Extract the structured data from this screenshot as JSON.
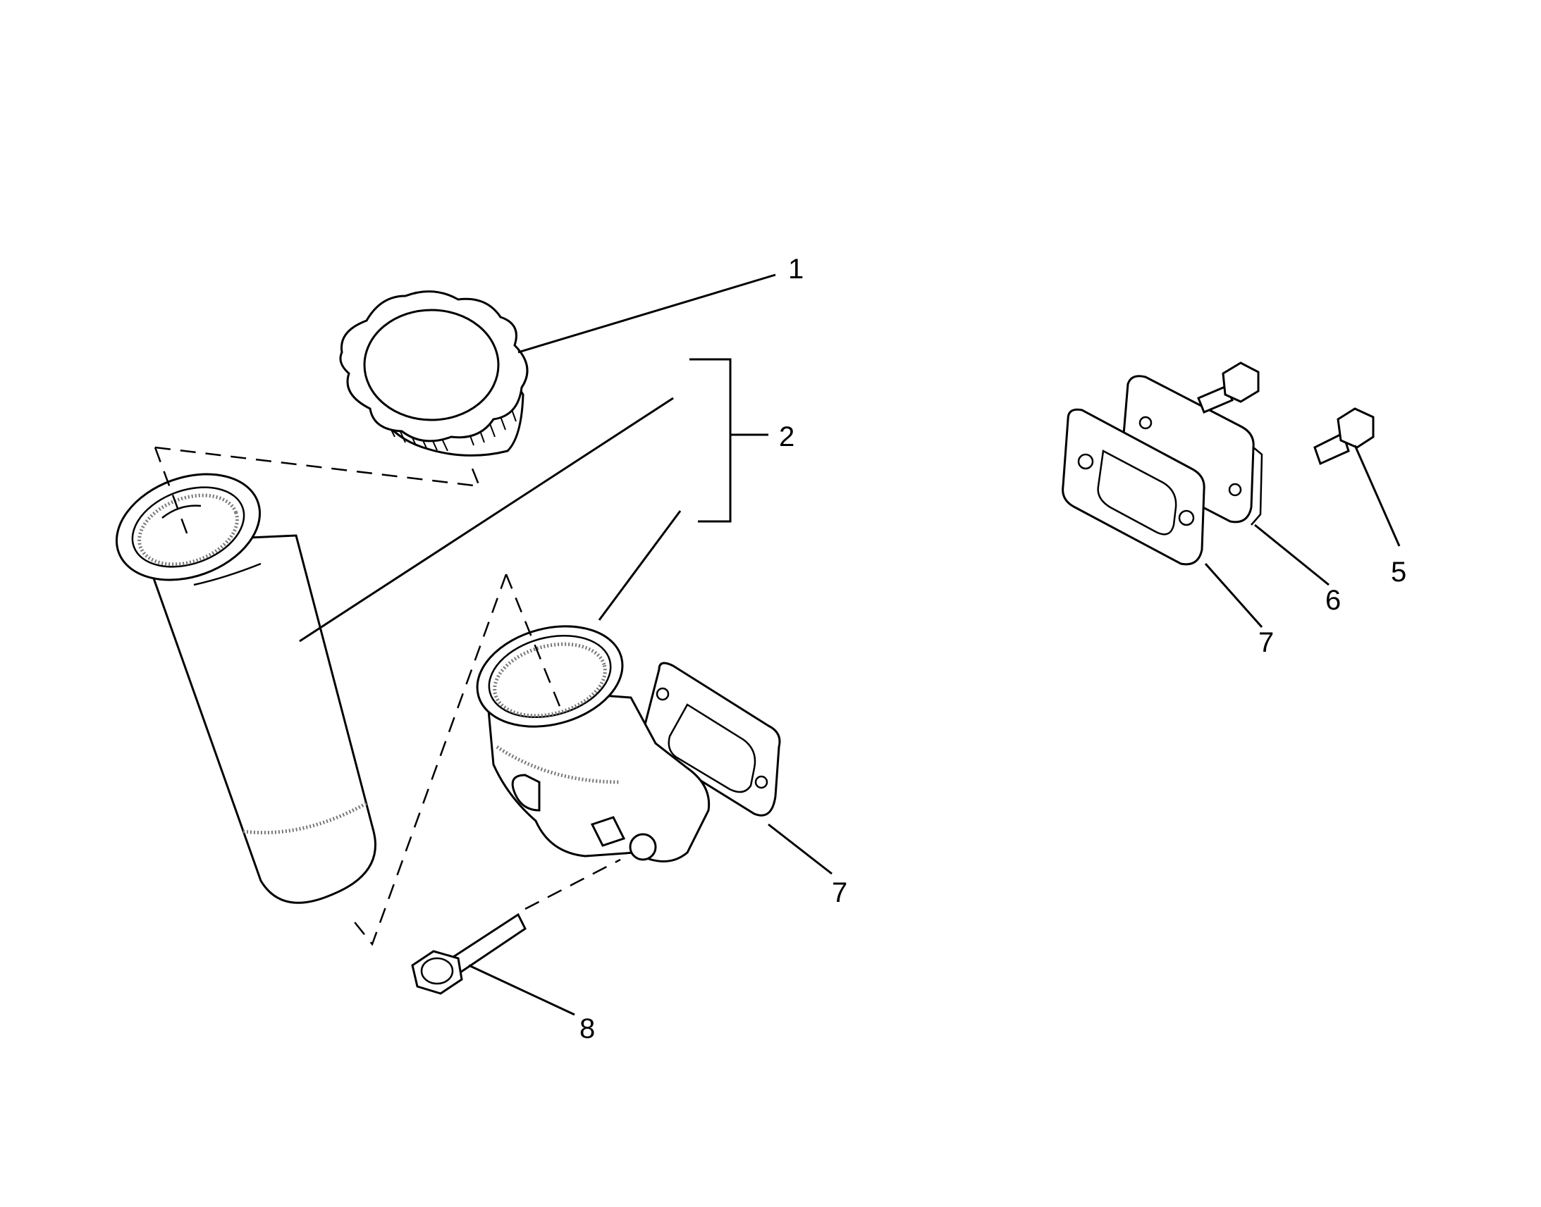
{
  "diagram": {
    "callouts": [
      {
        "id": "c1",
        "label": "1"
      },
      {
        "id": "c2",
        "label": "2"
      },
      {
        "id": "c7a",
        "label": "7"
      },
      {
        "id": "c8",
        "label": "8"
      },
      {
        "id": "c5",
        "label": "5"
      },
      {
        "id": "c6",
        "label": "6"
      },
      {
        "id": "c7b",
        "label": "7"
      }
    ]
  }
}
